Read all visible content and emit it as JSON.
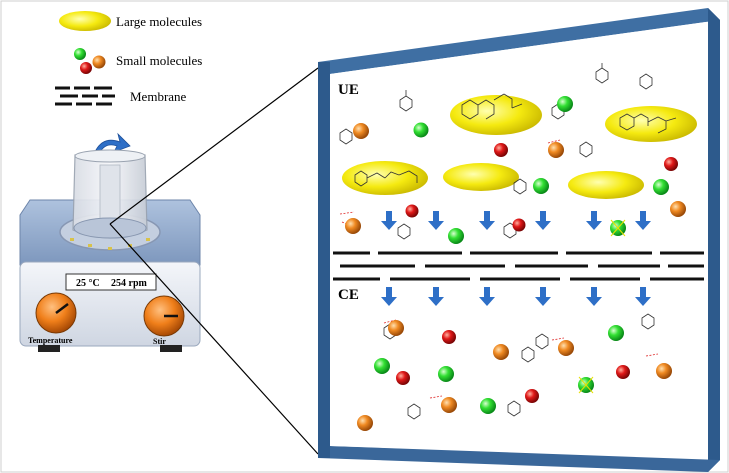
{
  "legend": {
    "large_label": "Large molecules",
    "small_label": "Small molecules",
    "membrane_label": "Membrane"
  },
  "stirrer": {
    "temperature_value": "25 °C",
    "speed_value": "254 rpm",
    "temperature_knob_label": "Temperature",
    "stir_knob_label": "Stir"
  },
  "chamber": {
    "upper_label": "UE",
    "lower_label": "CE"
  },
  "colors": {
    "large_molecule": "#f2e600",
    "small_green": "#22dd22",
    "small_red": "#dd1111",
    "small_orange": "#ee8822",
    "panel_border": "#2d5a8c",
    "arrow": "#2e6fc7",
    "knob": "#f07f1a"
  }
}
